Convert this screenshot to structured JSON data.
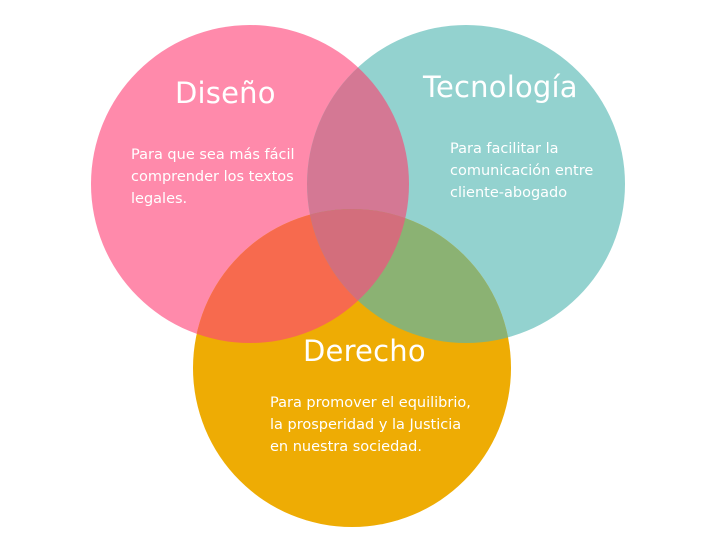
{
  "colors": {
    "background": "#ffffff",
    "diseno": "#FF8AAB",
    "tecnologia": "#93D2CF",
    "derecho": "#EEAC04",
    "diseno_tecnologia": "#D47894",
    "diseno_derecho": "#F76A4E",
    "tecnologia_derecho": "#8BB273",
    "text": "#ffffff"
  },
  "circles": [
    {
      "id": "diseno",
      "title": "Diseño",
      "description": "Para que sea más fácil comprender los textos legales.",
      "lines": [
        "Para que sea más fácil",
        "comprender los textos",
        "legales."
      ]
    },
    {
      "id": "tecnologia",
      "title": "Tecnología",
      "description": "Para facilitar la comunicación entre cliente-abogado",
      "lines": [
        "Para facilitar la",
        "comunicación entre",
        "cliente-abogado"
      ]
    },
    {
      "id": "derecho",
      "title": "Derecho",
      "description": "Para promover el equilibrio, la prosperidad y la Justicia en nuestra sociedad.",
      "lines": [
        "Para promover el equilibrio,",
        "la prosperidad y la Justicia",
        "en nuestra sociedad."
      ]
    }
  ]
}
